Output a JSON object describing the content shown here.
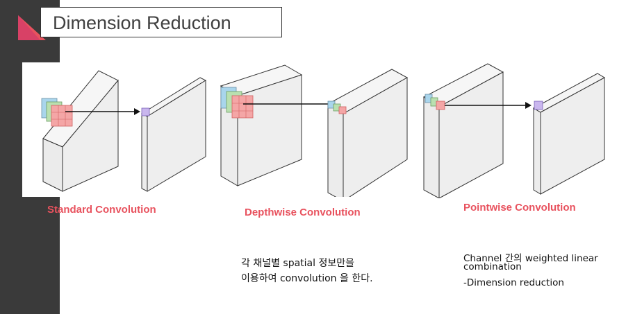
{
  "title": "Dimension Reduction",
  "colors": {
    "accent": "#e8525e",
    "sidebar": "#3a3a3a",
    "kernel_red": "#f4a6a6",
    "kernel_green": "#b9e0b0",
    "kernel_blue": "#a9d5ec",
    "output_purple": "#c9b6ee"
  },
  "panels": [
    {
      "label": "Standard Convolution"
    },
    {
      "label": "Depthwise Convolution"
    },
    {
      "label": "Pointwise Convolution"
    }
  ],
  "depthwise_desc": {
    "line1": "각 채널별 spatial 정보만을",
    "line2": "이용하여 convolution 을 한다."
  },
  "pointwise_desc": {
    "line1": "Channel 간의 weighted linear",
    "line2": "combination",
    "line3": "-Dimension reduction"
  }
}
